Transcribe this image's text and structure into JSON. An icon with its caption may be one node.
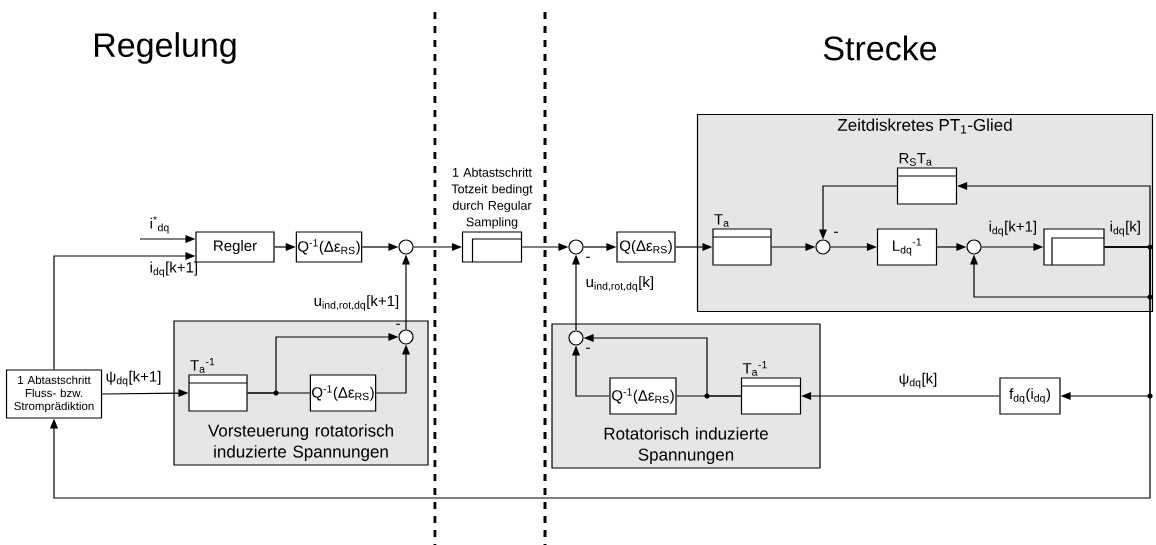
{
  "diagram": {
    "nodes": [
      {
        "text": [
          "Regler"
        ]
      },
      {
        "text": [
          "Q$^{-1}$(Δε$_{RS}$)"
        ]
      },
      {
        "text": [],
        "shape": "circle"
      },
      {
        "text": [
          "1 Abtastschritt Totzeit bedingt durch Regular Sampling"
        ]
      },
      {
        "text": [],
        "shape": "circle"
      },
      {
        "text": [
          "Q(Δε$_{RS}$)"
        ]
      },
      {
        "text": [
          "Zeitdiskretes PT$_{1}$-Glied"
        ]
      },
      {
        "text": [
          "T$_{a}$"
        ],
        "in": 6
      },
      {
        "text": [],
        "shape": "circle",
        "in": 6
      },
      {
        "text": [
          "L$_{dq}$$^{-1}$"
        ],
        "in": 6
      },
      {
        "text": [],
        "shape": "circle",
        "in": 6
      },
      {
        "text": [],
        "shape": "box",
        "in": 6
      },
      {
        "text": [
          "R$_{S}$T$_{a}$"
        ],
        "in": 6
      },
      {
        "text": [
          "Vorsteuerung rotatorisch induzierte Spannungen"
        ]
      },
      {
        "text": [
          "T$_{a}$$^{-1}$"
        ],
        "in": 13
      },
      {
        "text": [
          "Q$^{-1}$(Δε$_{RS}$)"
        ],
        "in": 13
      },
      {
        "text": [],
        "shape": "circle",
        "in": 13
      },
      {
        "text": [
          "Rotatorisch induzierte Spannungen"
        ]
      },
      {
        "text": [],
        "shape": "circle",
        "in": 17
      },
      {
        "text": [
          "Q$^{-1}$(Δε$_{RS}$)"
        ],
        "in": 17
      },
      {
        "text": [
          "T$_{a}$$^{-1}$"
        ],
        "in": 17
      },
      {
        "text": [
          "f$_{dq}$(i$_{dq}$)"
        ]
      },
      {
        "text": [
          "1 Abtastschritt Fluss- bzw. Stromprädiktion"
        ]
      }
    ],
    "edges": [
      {
        "from": null,
        "to": 0,
        "arrow": "to",
        "label": "i$^{*}$$_{dq}$"
      },
      {
        "from": 22,
        "to": 0,
        "arrow": "to",
        "label": "i$_{dq}$[k+1]"
      },
      {
        "from": 0,
        "to": 1,
        "arrow": "to"
      },
      {
        "from": 1,
        "to": 2,
        "arrow": "to"
      },
      {
        "from": 2,
        "to": 3,
        "arrow": "to"
      },
      {
        "from": 3,
        "to": 4,
        "arrow": "to"
      },
      {
        "from": 4,
        "to": 5,
        "arrow": "to"
      },
      {
        "from": 5,
        "to": 7,
        "arrow": "to"
      },
      {
        "from": 7,
        "to": 8,
        "arrow": "to"
      },
      {
        "from": 8,
        "to": 9,
        "arrow": "to"
      },
      {
        "from": 9,
        "to": 10,
        "arrow": "to"
      },
      {
        "from": 10,
        "to": 11,
        "arrow": "to",
        "label": "i$_{dq}$[k+1]"
      },
      {
        "from": 11,
        "to": 12,
        "arrow": "to"
      },
      {
        "from": 12,
        "to": 8,
        "arrow": "to"
      },
      {
        "from": 11,
        "to": 10,
        "arrow": "to"
      },
      {
        "from": 11,
        "to": 21,
        "arrow": "to"
      },
      {
        "from": 11,
        "to": 22,
        "arrow": "to"
      },
      {
        "from": 16,
        "to": 2,
        "arrow": "to",
        "label": "u$_{ind,rot,dq}$[k+1]"
      },
      {
        "from": 22,
        "to": 14,
        "arrow": "to",
        "label": "ψ$_{dq}$[k+1]"
      },
      {
        "from": 14,
        "to": 15,
        "arrow": "none"
      },
      {
        "from": 14,
        "to": 16,
        "arrow": "to"
      },
      {
        "from": 15,
        "to": 16,
        "arrow": "to"
      },
      {
        "from": 21,
        "to": 20,
        "arrow": "to",
        "label": "ψ$_{dq}$[k]"
      },
      {
        "from": 20,
        "to": 19,
        "arrow": "none"
      },
      {
        "from": 20,
        "to": 18,
        "arrow": "to"
      },
      {
        "from": 19,
        "to": 18,
        "arrow": "to"
      },
      {
        "from": 18,
        "to": 4,
        "arrow": "to",
        "label": "u$_{ind,rot,dq}$[k]"
      }
    ],
    "labels": [
      "Regelung",
      "Strecke",
      "i$_{dq}$[k]",
      "-",
      "-",
      "-",
      "-"
    ]
  }
}
